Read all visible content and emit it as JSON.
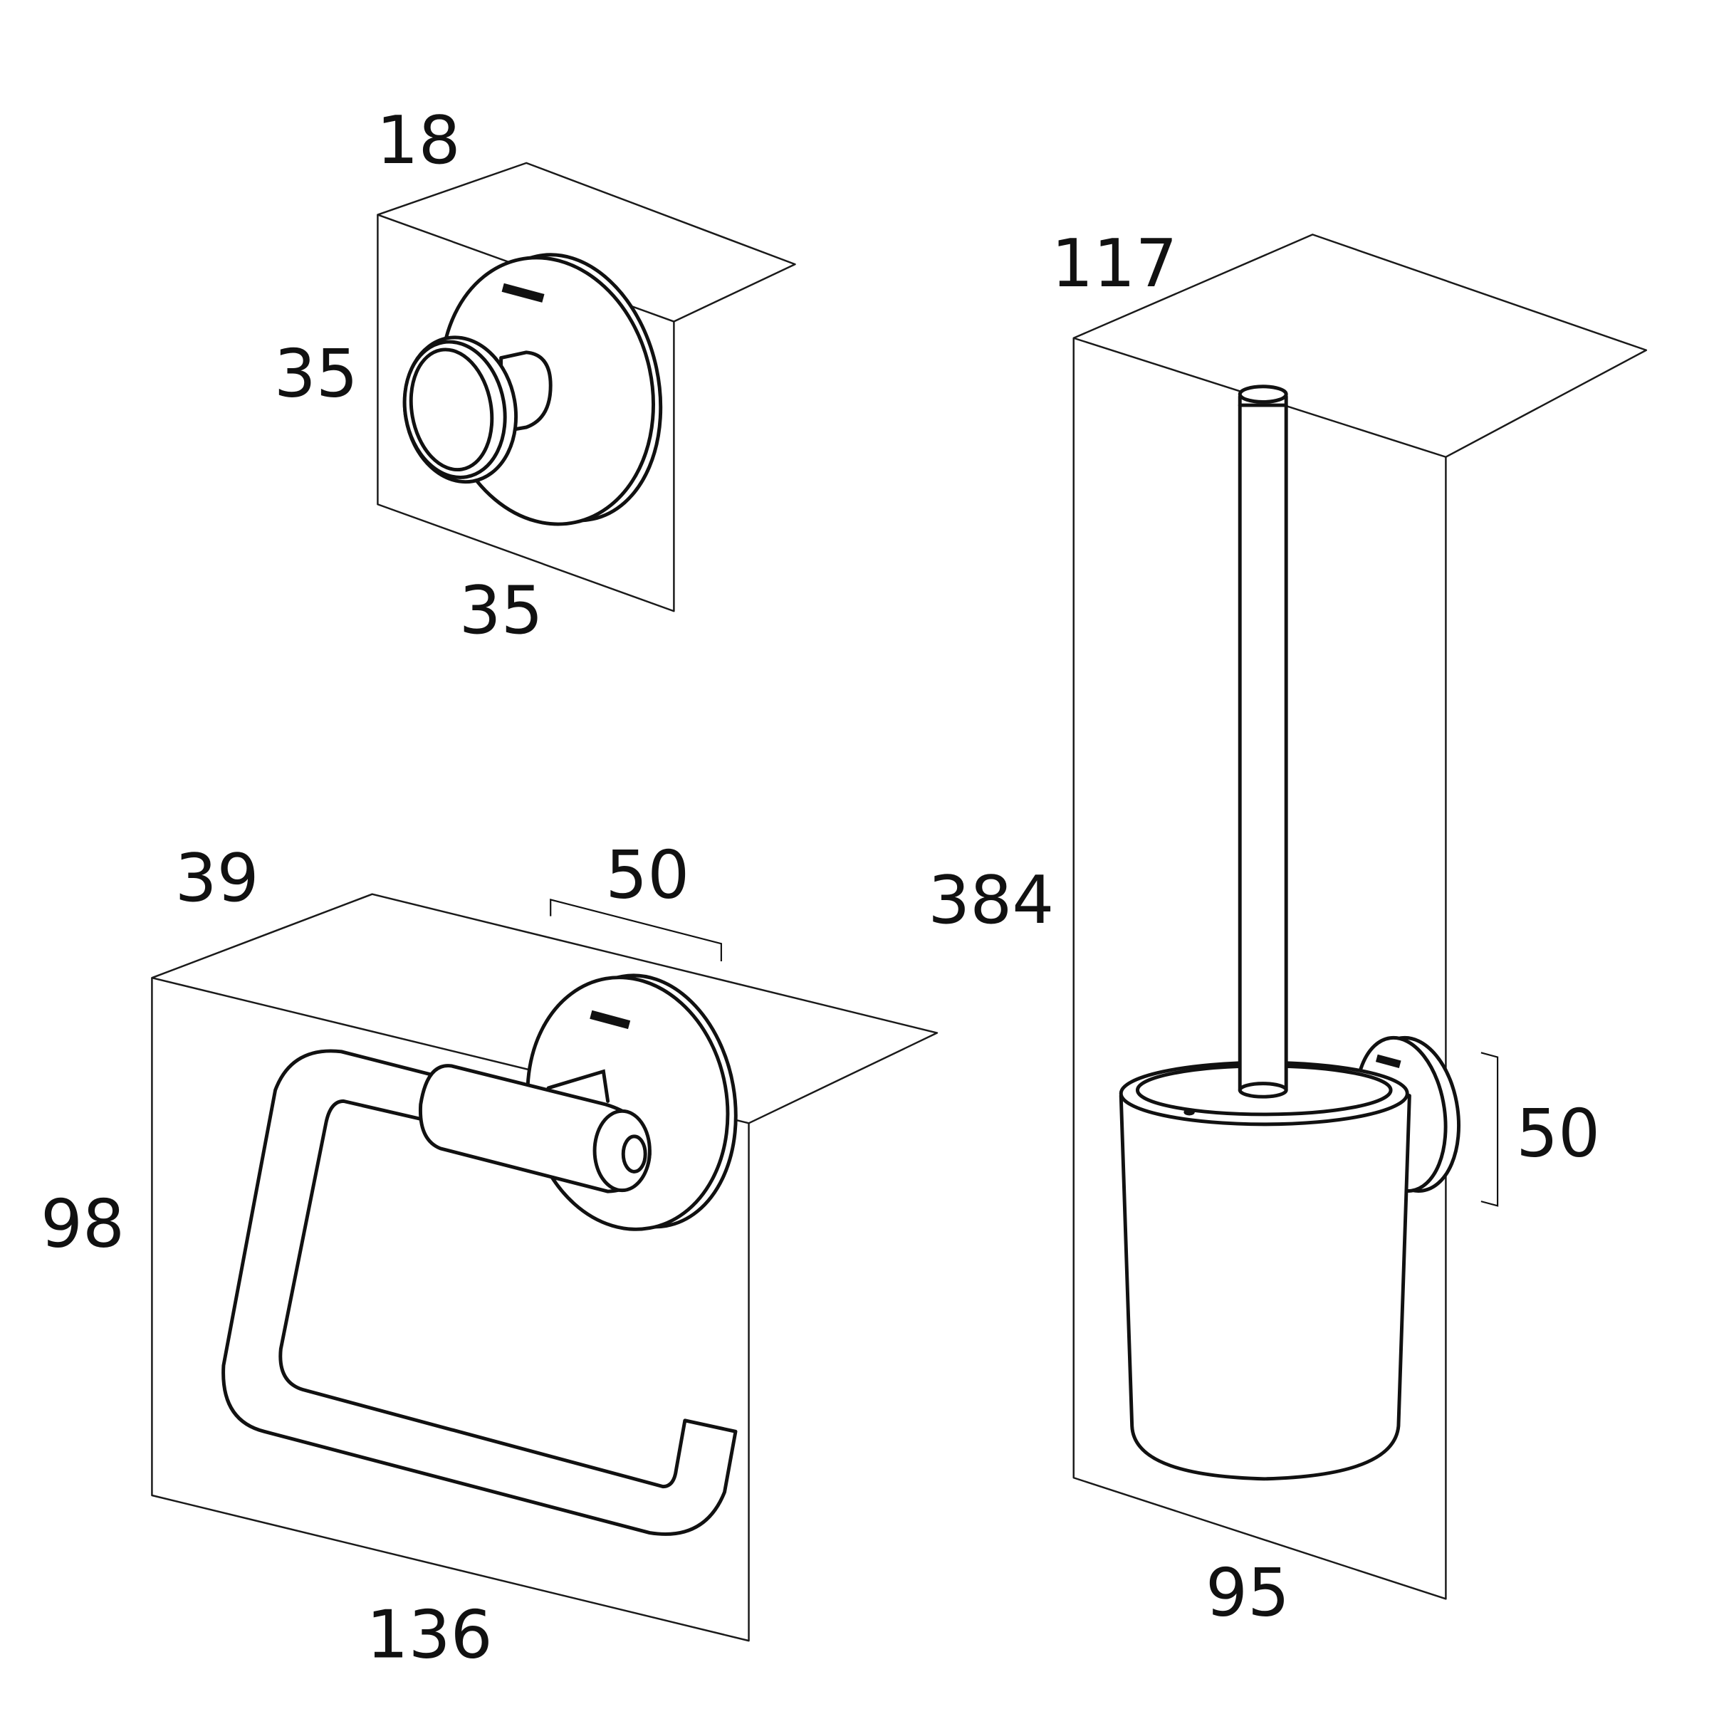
{
  "hook": {
    "depth": "18",
    "height": "35",
    "width": "35"
  },
  "roll_holder": {
    "depth": "39",
    "rosette": "50",
    "height": "98",
    "width": "136"
  },
  "toilet_brush": {
    "depth": "117",
    "height": "384",
    "width": "95",
    "rosette": "50"
  }
}
